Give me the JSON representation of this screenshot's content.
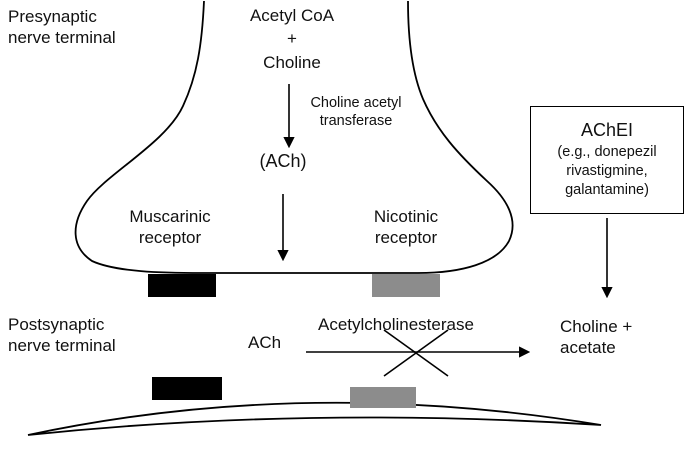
{
  "labels": {
    "presynaptic": "Presynaptic\nnerve terminal",
    "acetyl_coa": "Acetyl CoA",
    "plus": "+",
    "choline": "Choline",
    "choline_acetyl_transferase": "Choline acetyl\ntransferase",
    "ach_product": "(ACh)",
    "muscarinic_receptor": "Muscarinic\nreceptor",
    "nicotinic_receptor": "Nicotinic\nreceptor",
    "achei_title": "AChEI",
    "achei_detail": "(e.g., donepezil\nrivastigmine,\ngalantamine)",
    "postsynaptic": "Postsynaptic\nnerve terminal",
    "ach": "ACh",
    "acetylcholinesterase": "Acetylcholinesterase",
    "choline_acetate": "Choline +\nacetate"
  },
  "colors": {
    "muscarinic_receptor_fill": "#000000",
    "nicotinic_receptor_fill": "#8c8c8c",
    "outline": "#000000",
    "background": "#ffffff"
  }
}
